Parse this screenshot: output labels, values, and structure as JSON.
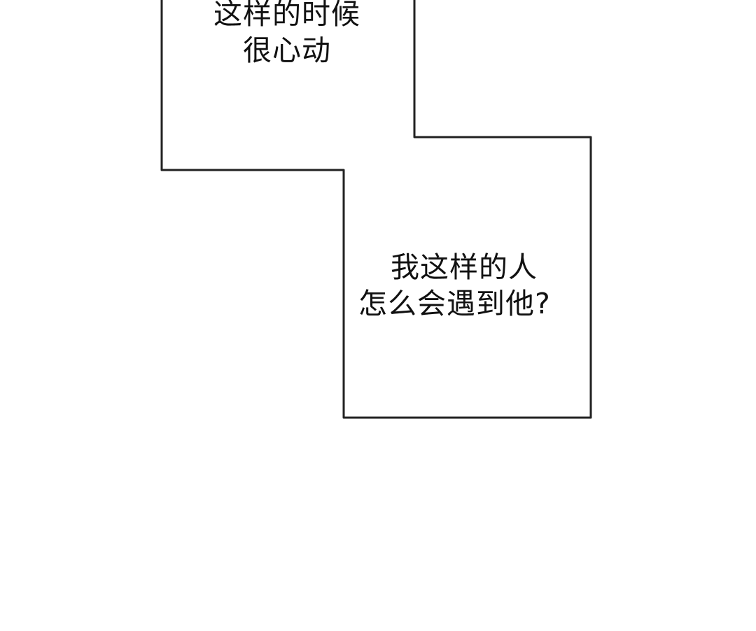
{
  "comic": {
    "panel_top": {
      "text_lines": [
        "这样的时候",
        "很心动"
      ]
    },
    "panel_bottom": {
      "text_lines": [
        "我这样的人",
        "怎么会遇到他?"
      ]
    },
    "colors": {
      "background": "#ffffff",
      "border": "#222222",
      "text": "#111111"
    }
  }
}
